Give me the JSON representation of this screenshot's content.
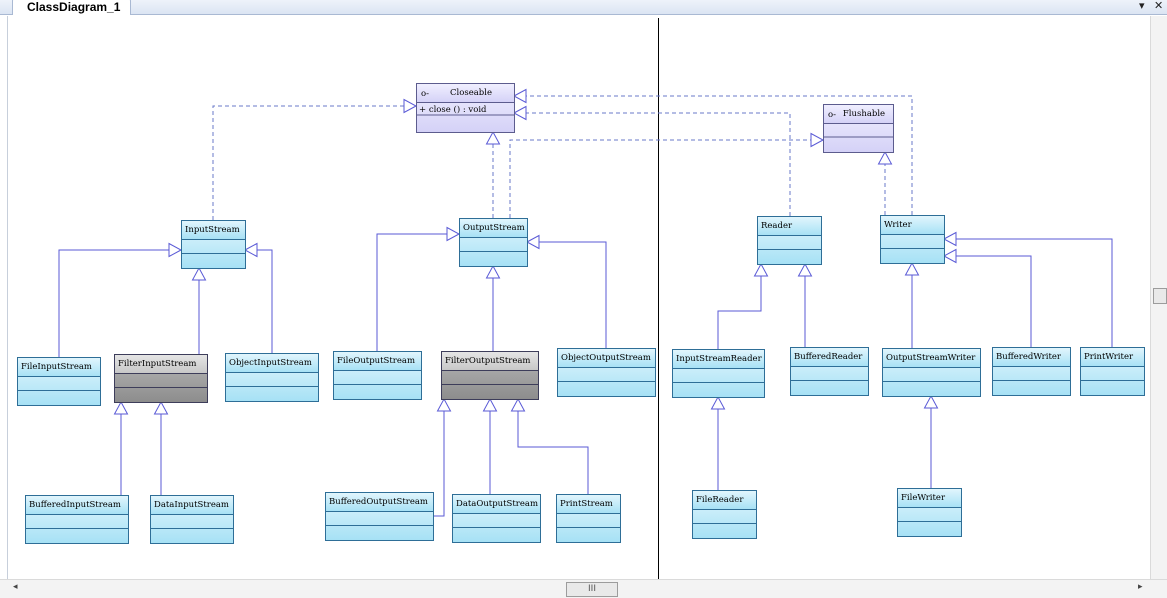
{
  "tab": {
    "title": "ClassDiagram_1"
  },
  "tab_controls": {
    "menu_glyph": "▾",
    "close_glyph": "✕"
  },
  "scrollbar": {
    "thumb_grip": "III"
  },
  "interface_marker": "o-",
  "classes": [
    {
      "id": "closeable",
      "name": "Closeable",
      "kind": "interface",
      "operations": [
        "+  close ()  : void"
      ]
    },
    {
      "id": "flushable",
      "name": "Flushable",
      "kind": "interface",
      "operations": []
    },
    {
      "id": "inputstream",
      "name": "InputStream",
      "kind": "class",
      "operations": []
    },
    {
      "id": "outputstream",
      "name": "OutputStream",
      "kind": "class",
      "operations": []
    },
    {
      "id": "reader",
      "name": "Reader",
      "kind": "class",
      "operations": []
    },
    {
      "id": "writer",
      "name": "Writer",
      "kind": "class",
      "operations": []
    },
    {
      "id": "fileinputstream",
      "name": "FileInputStream",
      "kind": "class",
      "operations": []
    },
    {
      "id": "filterinputstream",
      "name": "FilterInputStream",
      "kind": "selected",
      "operations": []
    },
    {
      "id": "objectinputstream",
      "name": "ObjectInputStream",
      "kind": "class",
      "operations": []
    },
    {
      "id": "fileoutputstream",
      "name": "FileOutputStream",
      "kind": "class",
      "operations": []
    },
    {
      "id": "filteroutputstream",
      "name": "FilterOutputStream",
      "kind": "selected",
      "operations": []
    },
    {
      "id": "objectoutputstream",
      "name": "ObjectOutputStream",
      "kind": "class",
      "operations": []
    },
    {
      "id": "inputstreamreader",
      "name": "InputStreamReader",
      "kind": "class",
      "operations": []
    },
    {
      "id": "bufferedreader",
      "name": "BufferedReader",
      "kind": "class",
      "operations": []
    },
    {
      "id": "outputstreamwriter",
      "name": "OutputStreamWriter",
      "kind": "class",
      "operations": []
    },
    {
      "id": "bufferedwriter",
      "name": "BufferedWriter",
      "kind": "class",
      "operations": []
    },
    {
      "id": "printwriter",
      "name": "PrintWriter",
      "kind": "class",
      "operations": []
    },
    {
      "id": "bufferedinputstream",
      "name": "BufferedInputStream",
      "kind": "class",
      "operations": []
    },
    {
      "id": "datainputstream",
      "name": "DataInputStream",
      "kind": "class",
      "operations": []
    },
    {
      "id": "bufferedoutputstream",
      "name": "BufferedOutputStream",
      "kind": "class",
      "operations": []
    },
    {
      "id": "dataoutputstream",
      "name": "DataOutputStream",
      "kind": "class",
      "operations": []
    },
    {
      "id": "printstream",
      "name": "PrintStream",
      "kind": "class",
      "operations": []
    },
    {
      "id": "filereader",
      "name": "FileReader",
      "kind": "class",
      "operations": []
    },
    {
      "id": "filewriter",
      "name": "FileWriter",
      "kind": "class",
      "operations": []
    }
  ],
  "relations": [
    {
      "from": "inputstream",
      "to": "closeable",
      "type": "realization"
    },
    {
      "from": "outputstream",
      "to": "closeable",
      "type": "realization"
    },
    {
      "from": "reader",
      "to": "closeable",
      "type": "realization"
    },
    {
      "from": "writer",
      "to": "closeable",
      "type": "realization"
    },
    {
      "from": "outputstream",
      "to": "flushable",
      "type": "realization"
    },
    {
      "from": "writer",
      "to": "flushable",
      "type": "realization"
    },
    {
      "from": "fileinputstream",
      "to": "inputstream",
      "type": "generalization"
    },
    {
      "from": "filterinputstream",
      "to": "inputstream",
      "type": "generalization"
    },
    {
      "from": "objectinputstream",
      "to": "inputstream",
      "type": "generalization"
    },
    {
      "from": "bufferedinputstream",
      "to": "filterinputstream",
      "type": "generalization"
    },
    {
      "from": "datainputstream",
      "to": "filterinputstream",
      "type": "generalization"
    },
    {
      "from": "fileoutputstream",
      "to": "outputstream",
      "type": "generalization"
    },
    {
      "from": "filteroutputstream",
      "to": "outputstream",
      "type": "generalization"
    },
    {
      "from": "objectoutputstream",
      "to": "outputstream",
      "type": "generalization"
    },
    {
      "from": "bufferedoutputstream",
      "to": "filteroutputstream",
      "type": "generalization"
    },
    {
      "from": "dataoutputstream",
      "to": "filteroutputstream",
      "type": "generalization"
    },
    {
      "from": "printstream",
      "to": "filteroutputstream",
      "type": "generalization"
    },
    {
      "from": "inputstreamreader",
      "to": "reader",
      "type": "generalization"
    },
    {
      "from": "bufferedreader",
      "to": "reader",
      "type": "generalization"
    },
    {
      "from": "filereader",
      "to": "inputstreamreader",
      "type": "generalization"
    },
    {
      "from": "outputstreamwriter",
      "to": "writer",
      "type": "generalization"
    },
    {
      "from": "bufferedwriter",
      "to": "writer",
      "type": "generalization"
    },
    {
      "from": "printwriter",
      "to": "writer",
      "type": "generalization"
    },
    {
      "from": "filewriter",
      "to": "outputstreamwriter",
      "type": "generalization"
    }
  ]
}
